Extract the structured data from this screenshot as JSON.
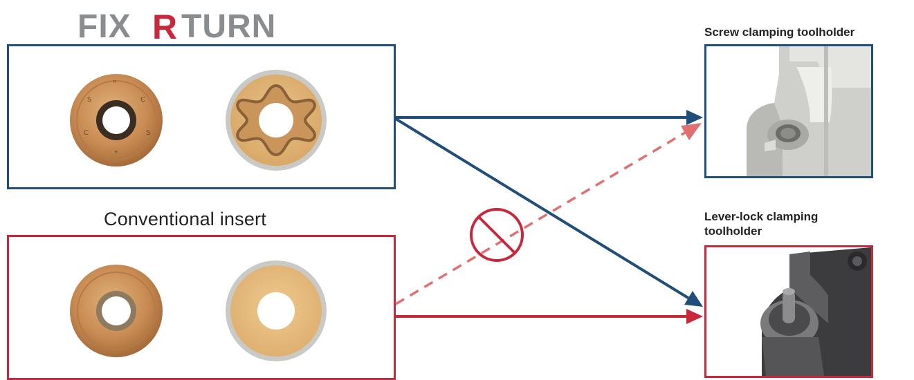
{
  "logo": {
    "prefix": "FIX",
    "accent": "R",
    "suffix": "TURN",
    "prefix_color": "#8a8d90",
    "accent_color": "#c8283c"
  },
  "conventional": {
    "title": "Conventional insert"
  },
  "holders": {
    "screw": {
      "label": "Screw clamping toolholder"
    },
    "lever": {
      "label": "Lever-lock clamping\ntoolholder"
    }
  },
  "colors": {
    "fixrturn_border": "#1f4e7a",
    "conventional_border": "#c8283c",
    "blue_arrow": "#1f4e7a",
    "red_arrow": "#c8283c",
    "dashed_arrow": "#e07070",
    "prohibited_sign": "#c8283c"
  },
  "icons": {
    "prohibited": "prohibited-icon"
  }
}
